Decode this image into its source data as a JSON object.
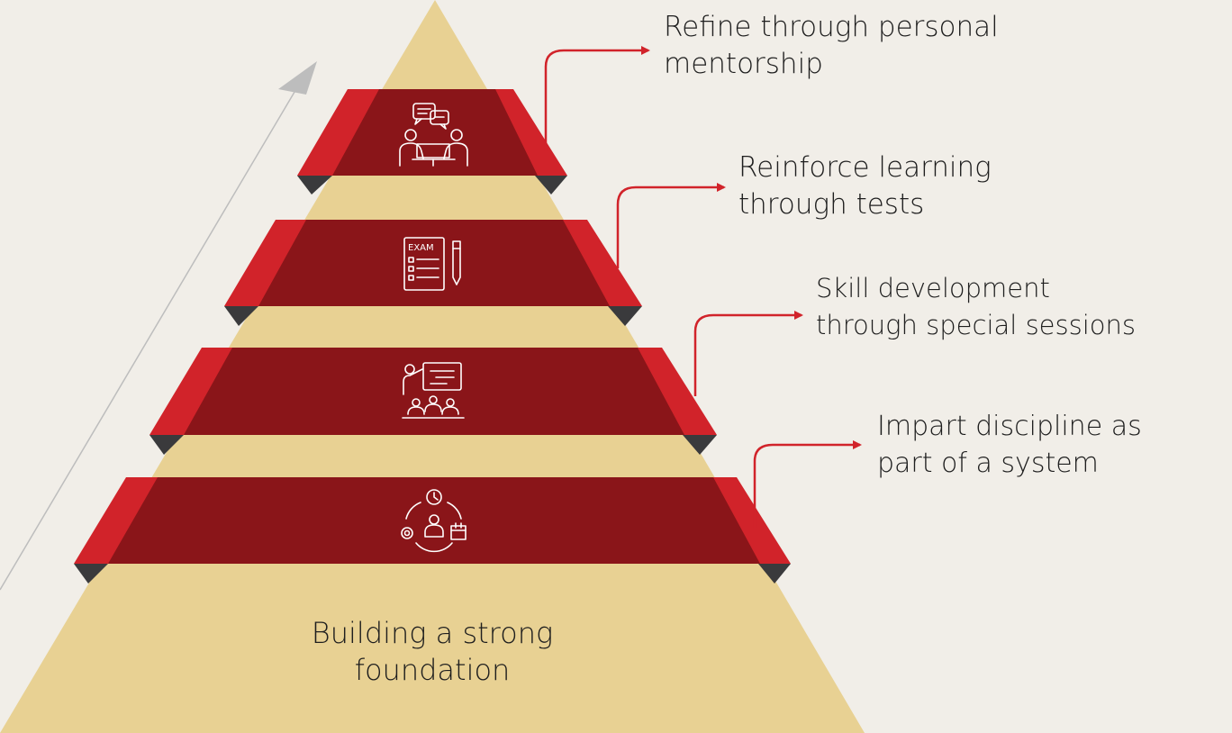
{
  "colors": {
    "background": "#f1eee8",
    "pyramid": "#e8d193",
    "band_dark": "#8a1519",
    "band_light": "#d1232a",
    "fold": "#3a3a3c",
    "connector": "#d1232a",
    "growth_arrow": "#bdbdbd"
  },
  "levels": [
    {
      "icon": "mentorship-meeting-icon",
      "lines": [
        "Refine through personal",
        "mentorship"
      ]
    },
    {
      "icon": "exam-paper-icon",
      "exam_text": "EXAM",
      "lines": [
        "Reinforce learning",
        "through tests"
      ]
    },
    {
      "icon": "classroom-presentation-icon",
      "lines": [
        "Skill development",
        "through special sessions"
      ]
    },
    {
      "icon": "discipline-system-icon",
      "lines": [
        "Impart discipline as",
        "part of a system"
      ]
    }
  ],
  "foundation": {
    "lines": [
      "Building a strong",
      "foundation"
    ]
  }
}
